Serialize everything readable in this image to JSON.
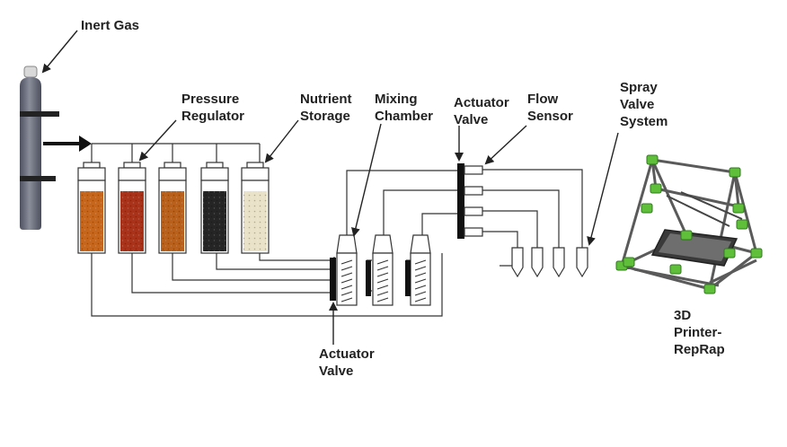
{
  "labels": {
    "inert_gas": "Inert Gas",
    "pressure_regulator": [
      "Pressure",
      "Regulator"
    ],
    "nutrient_storage": [
      "Nutrient",
      "Storage"
    ],
    "mixing_chamber": [
      "Mixing",
      "Chamber"
    ],
    "actuator_valve_top": [
      "Actuator",
      "Valve"
    ],
    "flow_sensor": [
      "Flow",
      "Sensor"
    ],
    "spray_valve_system": [
      "Spray",
      "Valve",
      "System"
    ],
    "actuator_valve_bottom": [
      "Actuator",
      "Valve"
    ],
    "printer": [
      "3D",
      "Printer-",
      "RepRap"
    ]
  },
  "colors": {
    "cylinder": "#6c6f7c",
    "line": "#333333",
    "printer_frame": "#5a5a5a",
    "printer_joint": "#5fbf3a",
    "storage_fills": [
      "#c6661c",
      "#a8331a",
      "#b8601c",
      "#252525",
      "#e9e2c8"
    ]
  }
}
